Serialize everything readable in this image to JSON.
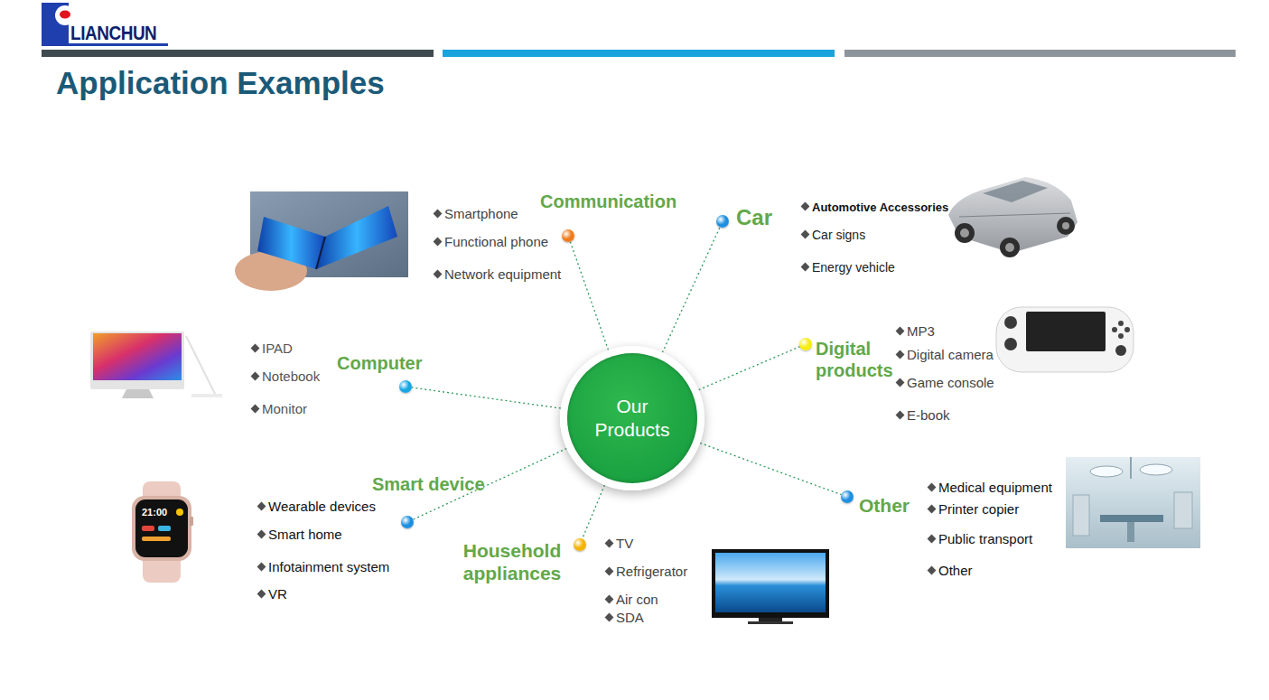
{
  "diagram": {
    "title": "Application Examples",
    "nodes": [
      {
        "text": [
          "Our Products"
        ]
      },
      {
        "text": [
          "Communication"
        ]
      },
      {
        "text": [
          "Car"
        ]
      },
      {
        "text": [
          "Computer"
        ]
      },
      {
        "text": [
          "Digital products"
        ]
      },
      {
        "text": [
          "Smart device"
        ]
      },
      {
        "text": [
          "Household appliances"
        ]
      },
      {
        "text": [
          "Other"
        ]
      }
    ],
    "edges": [
      {
        "from": 0,
        "to": 1,
        "arrow": "none"
      },
      {
        "from": 0,
        "to": 2,
        "arrow": "none"
      },
      {
        "from": 0,
        "to": 3,
        "arrow": "none"
      },
      {
        "from": 0,
        "to": 4,
        "arrow": "none"
      },
      {
        "from": 0,
        "to": 5,
        "arrow": "none"
      },
      {
        "from": 0,
        "to": 6,
        "arrow": "none"
      },
      {
        "from": 0,
        "to": 7,
        "arrow": "none"
      }
    ],
    "labels": [
      "LIANCHUN",
      "Smartphone",
      "Functional phone",
      "Network equipment",
      "Automotive Accessories",
      "Car signs",
      "Energy vehicle",
      "IPAD",
      "Notebook",
      "Monitor",
      "MP3",
      "Digital camera",
      "Game console",
      "E-book",
      "Wearable devices",
      "Smart home",
      "Infotainment system",
      "VR",
      "TV",
      "Refrigerator",
      "Air con",
      "SDA",
      "Medical equipment",
      "Printer copier",
      "Public transport",
      "Other",
      "21:00"
    ]
  }
}
